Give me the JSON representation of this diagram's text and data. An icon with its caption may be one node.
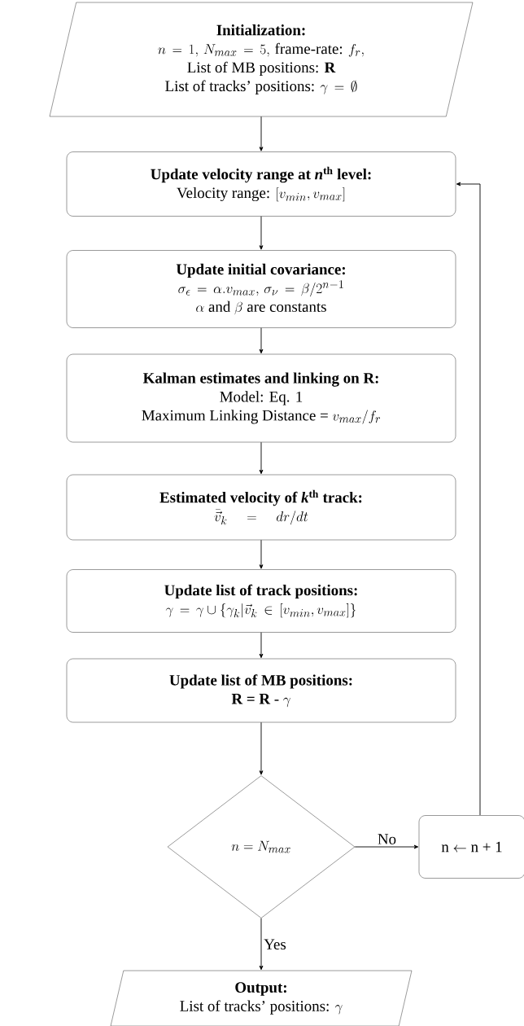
{
  "diagram": {
    "nodes": [
      {
        "text": [
          "Initialization:",
          "n \\,=\\, 1,\\, N_{max} \\,=\\, 5,\\, \\text{frame-rate: } f_r,",
          "\\text{List of MB positions: } \\mathbf{R}",
          "\\text{List of tracks' positions: } \\gamma \\,=\\, \\emptyset"
        ]
      },
      {
        "text": [
          "Update velocity range at *n*$^{th}$ level:",
          "\\text{Velocity range: } [v_{min}, v_{max}]"
        ]
      },
      {
        "text": [
          "Update initial covariance:",
          "\\sigma_{\\epsilon} \\,=\\, \\alpha.v_{max},\\, \\sigma_{\\nu} \\,=\\, \\beta/2^{n-1}",
          "\\alpha \\text{ and } \\beta \\text{ are constants}"
        ]
      },
      {
        "text": [
          "Kalman estimates and linking on R:",
          "\\text{Model: Eq. 1}",
          "\\text{Maximum Linking Distance = } v_{max}/f_r"
        ]
      },
      {
        "text": [
          "Estimated velocity of *k*$^{th}$ track:",
          "\\bar{\\vec{v}}_k \\quad = \\quad dr/dt"
        ]
      },
      {
        "text": [
          "Update list of track positions:",
          "\\gamma \\,=\\, \\gamma \\cup \\{\\gamma_k | \\vec{v}_k \\,\\in\\, [v_{min}, v_{max}]\\}"
        ]
      },
      {
        "text": [
          "Update list of MB positions:",
          "\\mathbf{R} \\textbf{ = } \\mathbf{R} \\text{ - } \\gamma"
        ]
      },
      {
        "text": [
          "n = N_{max}"
        ]
      },
      {
        "text": [
          "\\text{n} \\leftarrow \\text{n + 1}"
        ]
      },
      {
        "text": [
          "Output:",
          "\\text{List of tracks' positions: } \\gamma"
        ]
      }
    ],
    "edges": [
      {
        "from": 0,
        "to": 1,
        "arrow": "to"
      },
      {
        "from": 1,
        "to": 2,
        "arrow": "to"
      },
      {
        "from": 2,
        "to": 3,
        "arrow": "to"
      },
      {
        "from": 3,
        "to": 4,
        "arrow": "to"
      },
      {
        "from": 4,
        "to": 5,
        "arrow": "to"
      },
      {
        "from": 5,
        "to": 6,
        "arrow": "to"
      },
      {
        "from": 6,
        "to": 7,
        "arrow": "to"
      },
      {
        "from": 7,
        "to": 9,
        "arrow": "to",
        "label": "Yes"
      },
      {
        "from": 7,
        "to": 8,
        "arrow": "to",
        "label": "No"
      },
      {
        "from": 8,
        "to": 1,
        "arrow": "to"
      }
    ]
  }
}
